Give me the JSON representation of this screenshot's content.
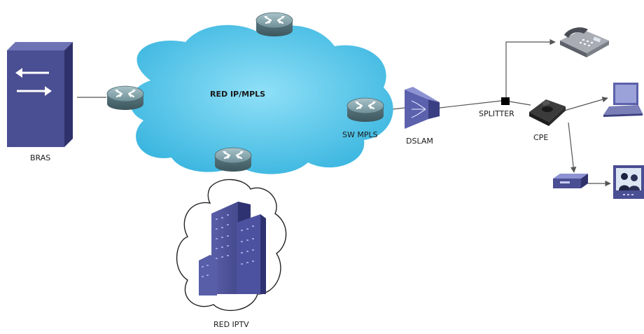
{
  "diagram": {
    "labels": {
      "bras": "BRAS",
      "red_ip_mpls": "RED IP/MPLS",
      "sw_mpls": "SW MPLS",
      "dslam": "DSLAM",
      "splitter": "SPLITTER",
      "cpe": "CPE",
      "red_iptv": "RED IPTV"
    },
    "nodes": [
      {
        "id": "bras",
        "icon": "server-rack-icon"
      },
      {
        "id": "router-left",
        "icon": "router-icon"
      },
      {
        "id": "router-top",
        "icon": "router-icon"
      },
      {
        "id": "router-bottom",
        "icon": "router-icon"
      },
      {
        "id": "sw-mpls",
        "icon": "router-icon"
      },
      {
        "id": "dslam",
        "icon": "dslam-icon"
      },
      {
        "id": "splitter",
        "icon": "splitter-icon"
      },
      {
        "id": "cpe",
        "icon": "modem-icon"
      },
      {
        "id": "phone",
        "icon": "telephone-icon"
      },
      {
        "id": "laptop",
        "icon": "laptop-icon"
      },
      {
        "id": "set-top-box",
        "icon": "set-top-box-icon"
      },
      {
        "id": "tv",
        "icon": "television-icon"
      },
      {
        "id": "iptv-building",
        "icon": "building-icon"
      }
    ],
    "colors": {
      "cloud": "#4fc6e9",
      "router": "#6b8f99",
      "device": "#4a4e92",
      "link": "#555555"
    }
  }
}
